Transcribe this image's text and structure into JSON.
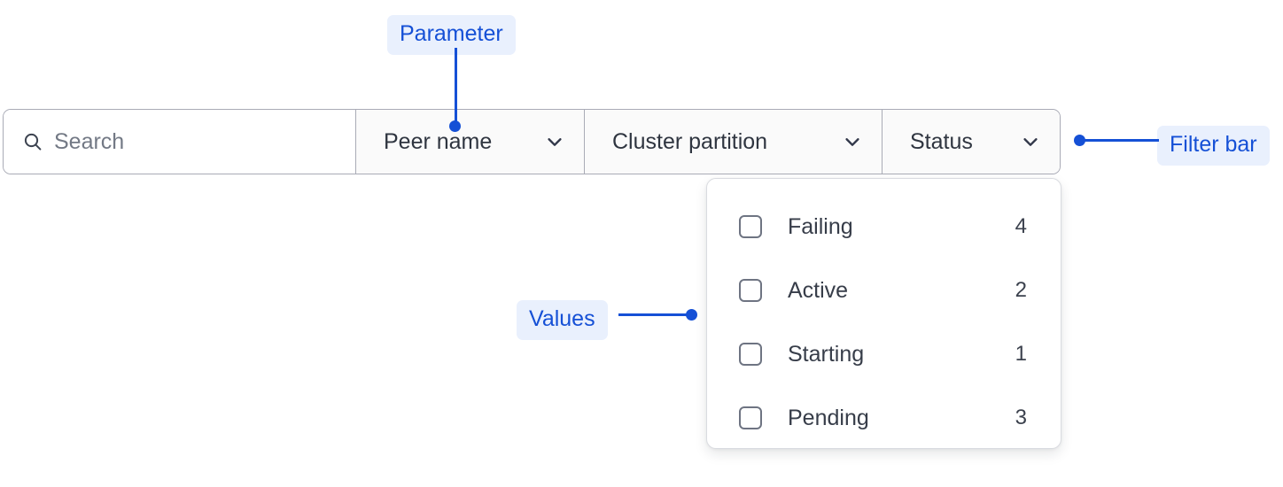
{
  "search": {
    "placeholder": "Search",
    "value": "",
    "icon": "search-icon"
  },
  "filter_bar": {
    "dropdowns": [
      {
        "label": "Peer name",
        "icon": "chevron-down-icon"
      },
      {
        "label": "Cluster partition",
        "icon": "chevron-down-icon"
      },
      {
        "label": "Status",
        "icon": "chevron-down-icon"
      }
    ]
  },
  "dropdown_panel": {
    "open_for": "Status",
    "options": [
      {
        "label": "Failing",
        "count": "4",
        "checked": false
      },
      {
        "label": "Active",
        "count": "2",
        "checked": false
      },
      {
        "label": "Starting",
        "count": "1",
        "checked": false
      },
      {
        "label": "Pending",
        "count": "3",
        "checked": false
      }
    ]
  },
  "annotations": {
    "parameter": "Parameter",
    "values": "Values",
    "filter_bar": "Filter bar"
  },
  "colors": {
    "annotation_text": "#1550d6",
    "annotation_bg": "#e9f0fd",
    "bar_border": "#a9abb6",
    "segment_bg": "#fafafa",
    "panel_border": "#d9dbe0",
    "text": "#373d49",
    "placeholder": "#737985"
  }
}
